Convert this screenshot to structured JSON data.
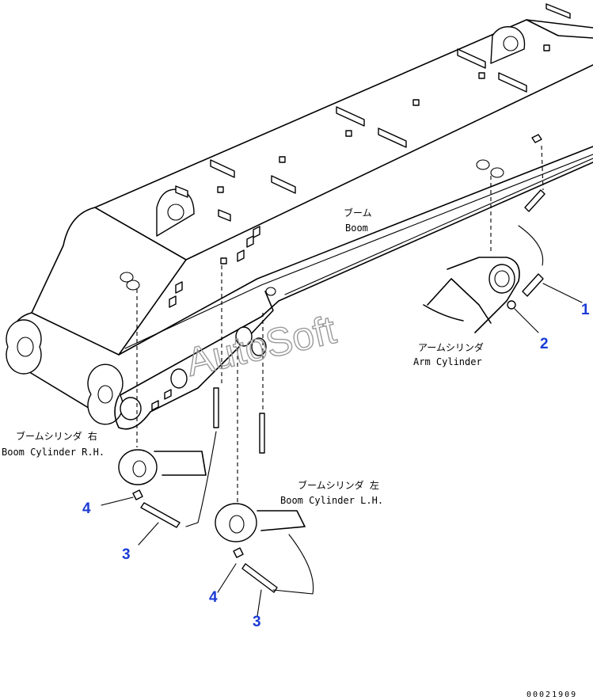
{
  "labels": {
    "boom_jp": "ブーム",
    "boom_en": "Boom",
    "arm_cylinder_jp": "アームシリンダ",
    "arm_cylinder_en": "Arm Cylinder",
    "boom_cylinder_rh_jp": "ブームシリンダ 右",
    "boom_cylinder_rh_en": "Boom Cylinder R.H.",
    "boom_cylinder_lh_jp": "ブームシリンダ 左",
    "boom_cylinder_lh_en": "Boom Cylinder L.H."
  },
  "callouts": [
    "1",
    "2",
    "3",
    "4"
  ],
  "watermark": "AutoSoft",
  "drawing_code": "00021909",
  "colors": {
    "callout": "#1a3bd6",
    "line": "#000000",
    "watermark": "#9a9a9a"
  }
}
